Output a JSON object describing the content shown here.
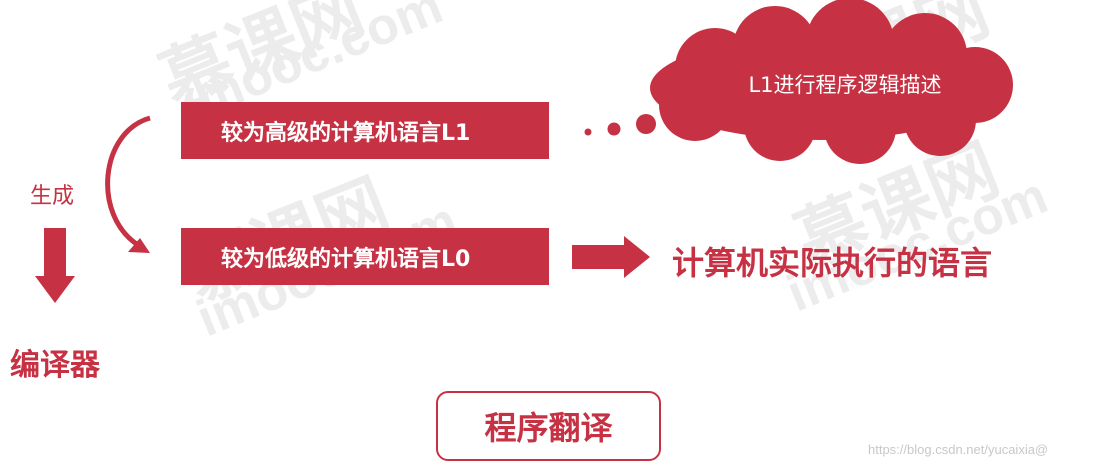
{
  "watermark": {
    "cn": "慕课网",
    "en": "imooc.com"
  },
  "bars": {
    "high_level": "较为高级的计算机语言L1",
    "low_level": "较为低级的计算机语言L0"
  },
  "labels": {
    "generate": "生成",
    "compiler": "编译器",
    "actual_execution": "计算机实际执行的语言"
  },
  "cloud": {
    "text": "L1进行程序逻辑描述"
  },
  "title_box": {
    "text": "程序翻译"
  },
  "credit": {
    "text": "https://blog.csdn.net/yucaixia@"
  },
  "colors": {
    "accent": "#c63243",
    "watermark": "#ececec"
  }
}
